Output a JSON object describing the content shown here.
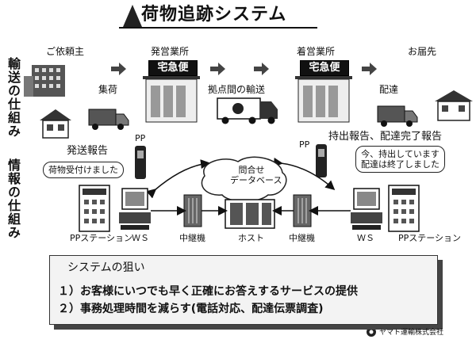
{
  "title": "荷物追跡システム",
  "side_labels": {
    "transport": "輸送の仕組み",
    "info": "情報の仕組み"
  },
  "stages": {
    "client": "ご依頼主",
    "origin_office": "発営業所",
    "dest_office": "着営業所",
    "recipient": "お届先"
  },
  "steps": {
    "pickup": "集荷",
    "hub_transport": "拠点間の輸送",
    "delivery": "配達"
  },
  "sign_label": "宅急便",
  "reports": {
    "dispatch": "発送報告",
    "outgoing": "持出報告、配達完了報告"
  },
  "bubbles": {
    "left": "荷物受付けました",
    "right_line1": "今、持出しています",
    "right_line2": "配達は終了しました",
    "center_line1": "問合せ",
    "center_line2": "データベース"
  },
  "pp": "PP",
  "nodes": {
    "pp_station_left": "PPステーション",
    "ws_left": "ＷＳ",
    "relay_left": "中継機",
    "host": "ホスト",
    "relay_right": "中継機",
    "ws_right": "ＷＳ",
    "pp_station_right": "PPステーション"
  },
  "goals": {
    "heading": "システムの狙い",
    "item1": "１）お客様にいつでも早く正確にお答えするサービスの提供",
    "item2": "２）事務処理時間を減らす(電話対応、配達伝票調査)"
  },
  "company": "ヤマト運輸株式会社"
}
